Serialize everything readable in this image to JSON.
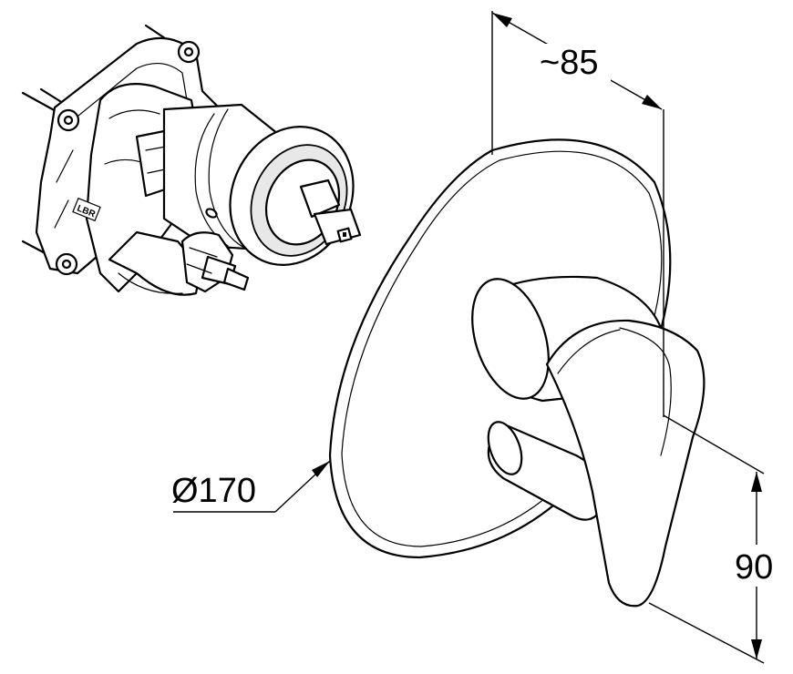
{
  "dimensions": {
    "depth_label": "~85",
    "diameter_label": "Ø170",
    "height_label": "90"
  },
  "parts": {
    "valve_body_label": "LBR"
  }
}
